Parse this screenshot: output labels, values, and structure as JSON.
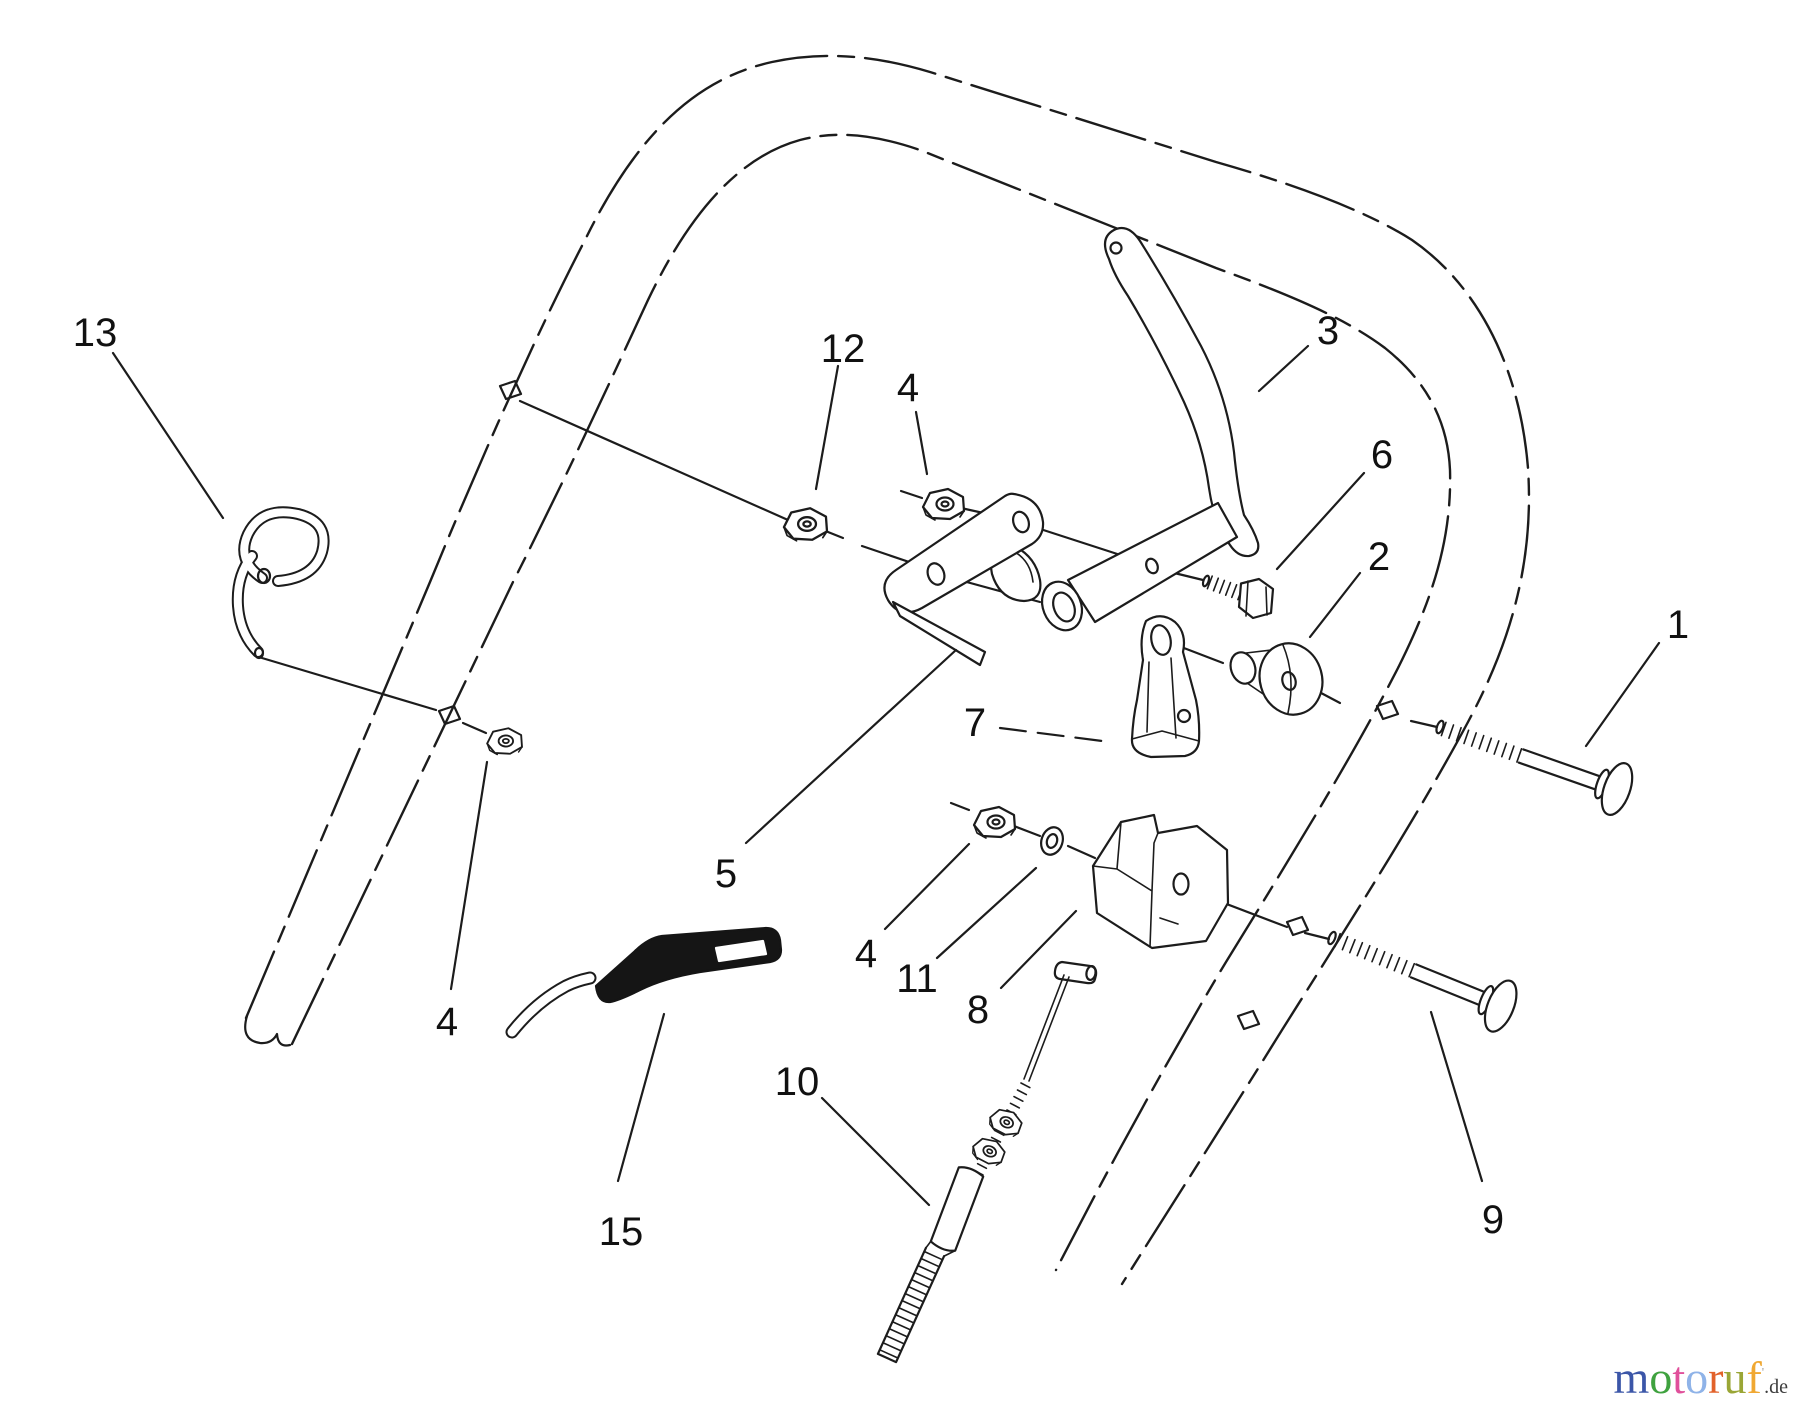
{
  "diagram": {
    "type": "exploded-parts-diagram",
    "subject": "handle and traction control assembly",
    "callouts": [
      {
        "label": "1"
      },
      {
        "label": "2"
      },
      {
        "label": "3"
      },
      {
        "label": "4"
      },
      {
        "label": "4"
      },
      {
        "label": "4"
      },
      {
        "label": "5"
      },
      {
        "label": "6"
      },
      {
        "label": "7"
      },
      {
        "label": "8"
      },
      {
        "label": "9"
      },
      {
        "label": "10"
      },
      {
        "label": "11"
      },
      {
        "label": "12"
      },
      {
        "label": "13"
      },
      {
        "label": "15"
      }
    ],
    "line_color": "#1c1c1c",
    "background_color": "#ffffff"
  },
  "watermark": {
    "letters": [
      {
        "ch": "m",
        "style": "color:#3b56a8"
      },
      {
        "ch": "o",
        "style": "color:#3fa23f"
      },
      {
        "ch": "t",
        "style": "color:#e0509b"
      },
      {
        "ch": "o",
        "style": "color:#8fb3e8"
      },
      {
        "ch": "r",
        "style": "color:#e2622b"
      },
      {
        "ch": "u",
        "style": "color:#9aa636"
      },
      {
        "ch": "f",
        "style": "color:#f0a832"
      }
    ],
    "mark": "'",
    "suffix": ".de"
  }
}
